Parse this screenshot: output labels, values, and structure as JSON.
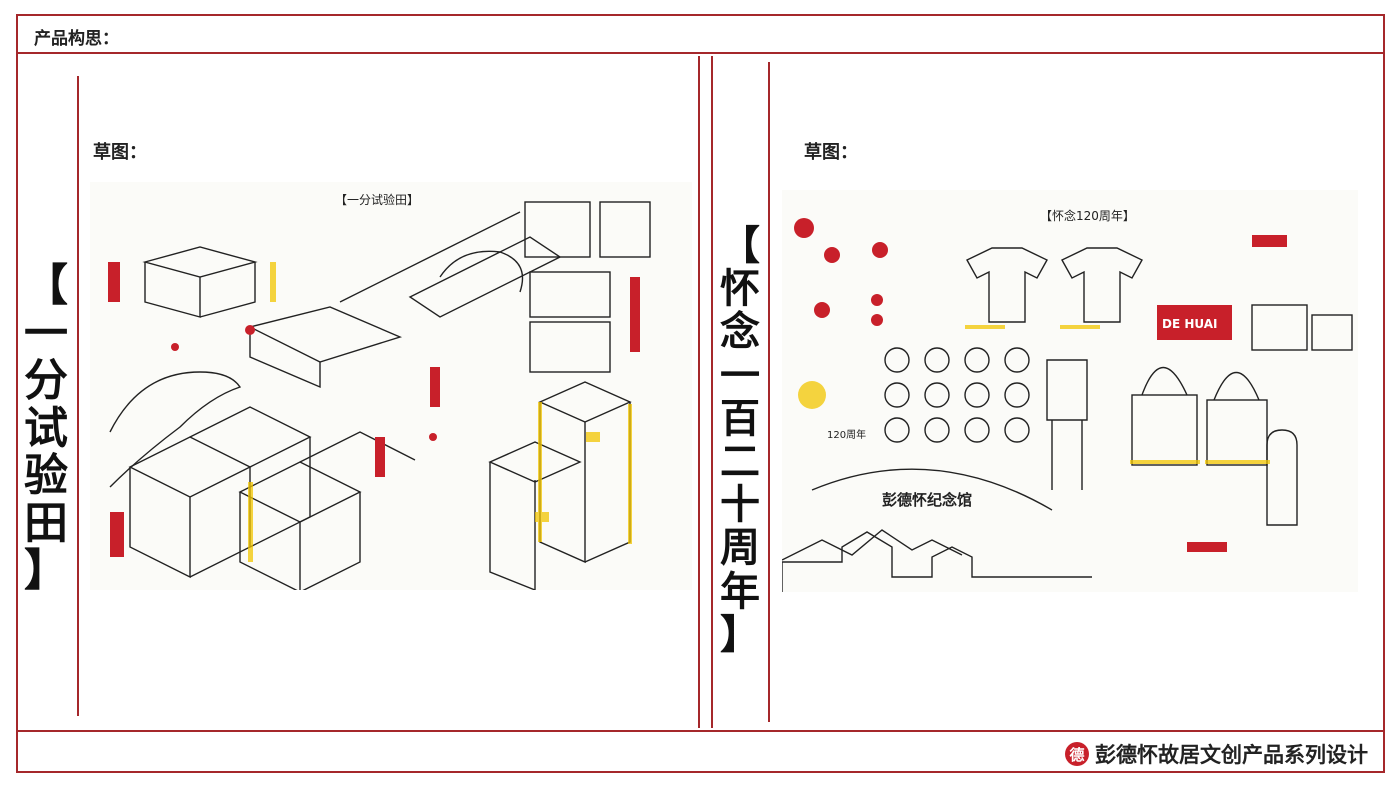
{
  "header": {
    "label": "产品构思："
  },
  "left_panel": {
    "title_chars": [
      "【",
      "一",
      "分",
      "试",
      "验",
      "田",
      "】"
    ],
    "sketch_label": "草图：",
    "sketch_title": "【一分试验田】"
  },
  "right_panel": {
    "title_chars": [
      "【",
      "怀",
      "念",
      "一",
      "百",
      "二",
      "十",
      "周",
      "年",
      "】"
    ],
    "sketch_label": "草图：",
    "sketch_title": "【怀念120周年】",
    "hall_text": "彭德怀纪念馆",
    "de_huai": "DE HUAI",
    "years": "120周年"
  },
  "footer": {
    "seal": "德",
    "text": "彭德怀故居文创产品系列设计"
  },
  "colors": {
    "frame": "#a5282b",
    "accent_red": "#c8202a",
    "accent_yellow": "#f2c500"
  }
}
